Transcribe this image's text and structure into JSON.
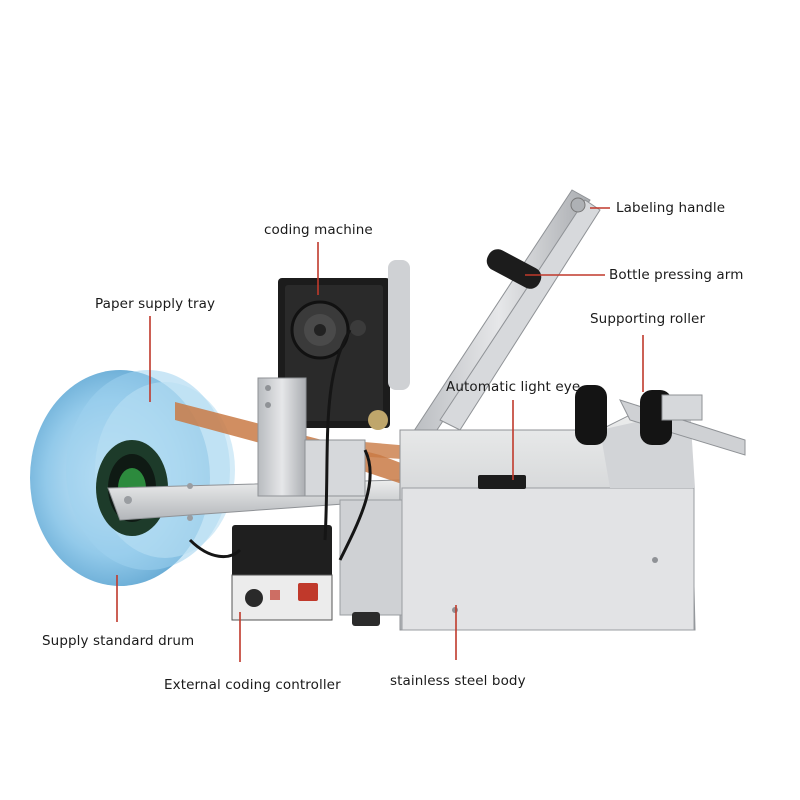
{
  "labels": {
    "labeling_handle": "Labeling handle",
    "coding_machine": "coding machine",
    "bottle_pressing_arm": "Bottle pressing arm",
    "paper_supply_tray": "Paper supply tray",
    "supporting_roller": "Supporting roller",
    "automatic_light_eye": "Automatic light eye",
    "supply_standard_drum": "Supply standard drum",
    "external_coding_controller": "External coding controller",
    "stainless_steel_body": "stainless steel body"
  },
  "colors": {
    "leader_line": "#c0392b",
    "steel": "#c9cbce",
    "steel_dark": "#8f9296",
    "drum_blue": "#5aa7d8",
    "black_part": "#1c1c1c",
    "label_tape": "#c97a45"
  }
}
